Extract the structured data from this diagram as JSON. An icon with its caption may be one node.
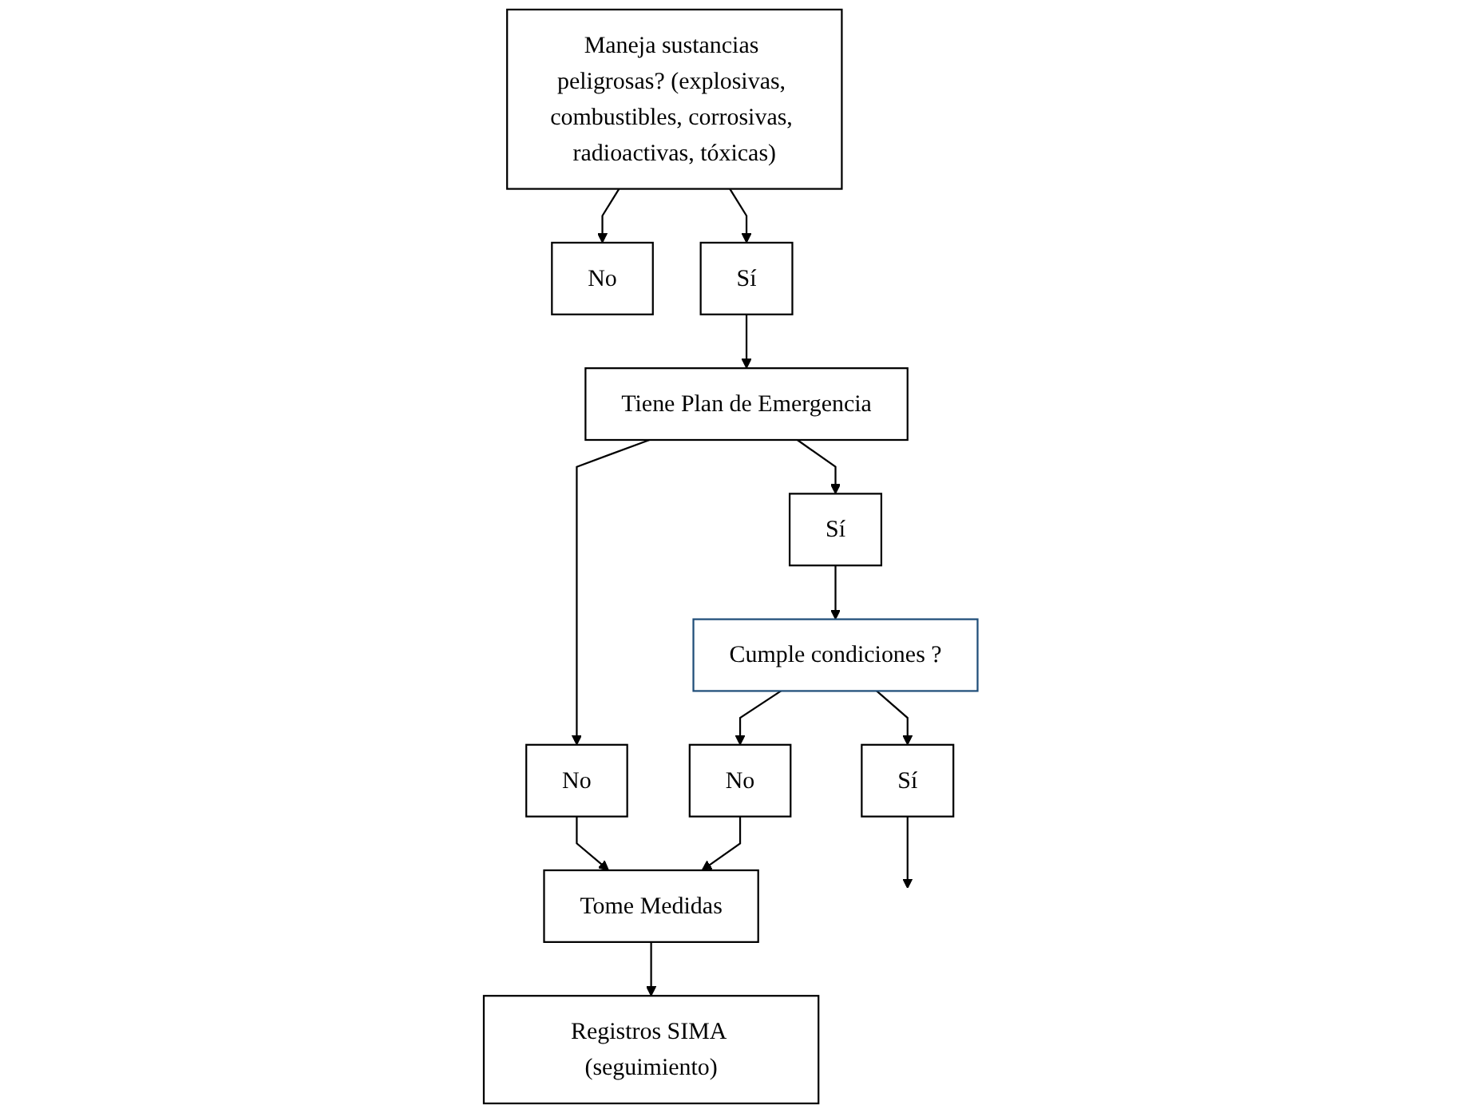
{
  "diagram": {
    "nodes": [
      {
        "text": [
          "Maneja sustancias peligrosas? (explosivas, combustibles, corrosivas, radioactivas, tóxicas)"
        ]
      },
      {
        "text": [
          "No"
        ]
      },
      {
        "text": [
          "Sí"
        ]
      },
      {
        "text": [
          "Tiene Plan de Emergencia"
        ]
      },
      {
        "text": [
          "No"
        ]
      },
      {
        "text": [
          "Sí"
        ]
      },
      {
        "text": [
          "Tome Medidas"
        ]
      },
      {
        "text": [
          "Cumple condiciones ?"
        ]
      },
      {
        "text": [
          "No"
        ]
      },
      {
        "text": [
          "Registros SIMA (seguimiento)"
        ]
      },
      {
        "text": [
          "Sí"
        ]
      }
    ],
    "edges": [
      {
        "from": 0,
        "to": 1,
        "arrow": "to"
      },
      {
        "from": 0,
        "to": 2,
        "arrow": "to"
      },
      {
        "from": 2,
        "to": 3,
        "arrow": "to"
      },
      {
        "from": 3,
        "to": 4,
        "arrow": "to"
      },
      {
        "from": 3,
        "to": 5,
        "arrow": "to"
      },
      {
        "from": 4,
        "to": 6,
        "arrow": "to"
      },
      {
        "from": 5,
        "to": 7,
        "arrow": "to"
      },
      {
        "from": 7,
        "to": 8,
        "arrow": "to"
      },
      {
        "from": 8,
        "to": 6,
        "arrow": "to"
      },
      {
        "from": 6,
        "to": 9,
        "arrow": "to"
      },
      {
        "from": 7,
        "to": 10,
        "arrow": "to"
      },
      {
        "from": 10,
        "to": null,
        "arrow": "to"
      }
    ]
  }
}
